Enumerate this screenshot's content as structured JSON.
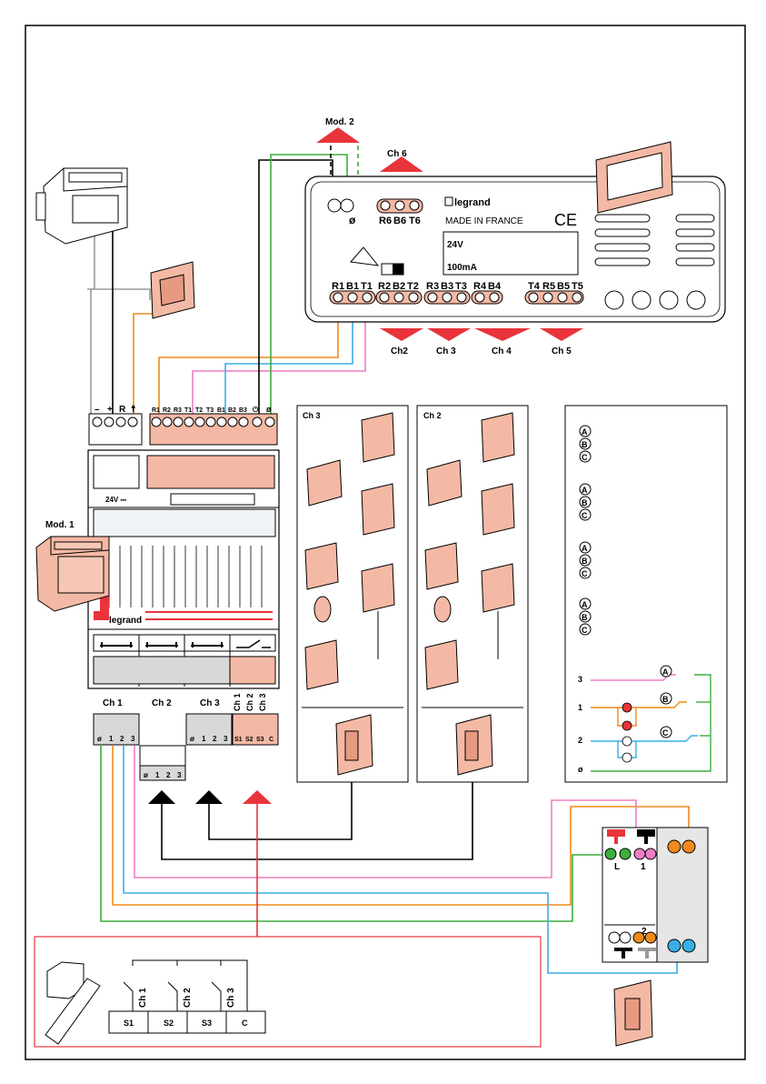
{
  "colors": {
    "salmon": "#f4b9a4",
    "red": "#e8343a",
    "orange": "#f08a1c",
    "pink": "#ef7dc4",
    "blue": "#3aaee6",
    "green": "#3cae3c",
    "gray": "#9a9a9a"
  },
  "top_module": {
    "mod2_label": "Mod. 2",
    "ch6_label": "Ch 6",
    "brand": "legrand",
    "made_in": "MADE IN FRANCE",
    "ce_mark": "CE",
    "voltage": "24V",
    "current": "100mA",
    "terminals_top": [
      "R6",
      "B6",
      "T6"
    ],
    "ground_symbol": "ø",
    "terminals_bottom": [
      "R1",
      "B1",
      "T1",
      "R2",
      "B2",
      "T2",
      "R3",
      "B3",
      "T3",
      "R4",
      "B4",
      "T4",
      "R5",
      "B5",
      "T5"
    ],
    "channel_arrows": [
      "Ch2",
      "Ch 3",
      "Ch 4",
      "Ch 5"
    ]
  },
  "main_module": {
    "mod1_label": "Mod. 1",
    "power_terminals": [
      "–",
      "+",
      "R",
      "☨"
    ],
    "bus_terminals": [
      "R1",
      "R2",
      "R3",
      "T1",
      "T2",
      "T3",
      "B1",
      "B2",
      "B3",
      "⏻",
      "ø"
    ],
    "voltage": "24V ⎓",
    "brand": "legrand",
    "outputs": [
      "Ch 1",
      "Ch 2",
      "Ch 3",
      "Ch 1 Ch 2 Ch 3"
    ],
    "out_terminals_std": [
      "ø",
      "1",
      "2",
      "3"
    ],
    "out_terminals_aux": [
      "S1",
      "S2",
      "S3",
      "C"
    ]
  },
  "panel_ch3": {
    "title": "Ch 3"
  },
  "panel_ch2": {
    "title": "Ch 2"
  },
  "legend": {
    "abc": [
      "A",
      "B",
      "C"
    ],
    "circuit_labels": [
      "3",
      "1",
      "2",
      "ø"
    ]
  },
  "relay": {
    "label_L": "L",
    "label_1": "1",
    "label_2": "2"
  },
  "bottom_box": {
    "channels": [
      "Ch 1",
      "Ch 2",
      "Ch 3"
    ],
    "terminals": [
      "S1",
      "S2",
      "S3",
      "C"
    ]
  }
}
